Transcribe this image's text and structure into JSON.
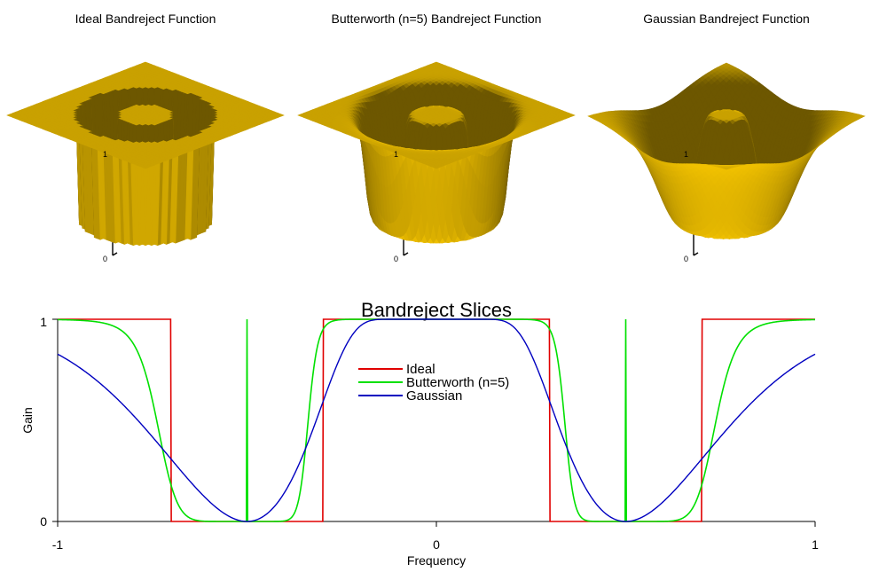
{
  "surfaces": [
    {
      "title": "Ideal Bandreject Function",
      "kind": "ideal",
      "tick_top": "1",
      "tick_bottom": "0"
    },
    {
      "title": "Butterworth (n=5) Bandreject Function",
      "kind": "butterworth",
      "tick_top": "1",
      "tick_bottom": "0"
    },
    {
      "title": "Gaussian Bandreject Function",
      "kind": "gaussian",
      "tick_top": "1",
      "tick_bottom": "0"
    }
  ],
  "colors": {
    "surface_light": "#f2c200",
    "surface_mid": "#d9ab00",
    "surface_dark": "#8a6e00",
    "ideal": "#e00000",
    "butterworth": "#00e000",
    "gaussian": "#0000c0"
  },
  "chart_data": {
    "type": "line",
    "title": "Bandreject Slices",
    "xlabel": "Frequency",
    "ylabel": "Gain",
    "xlim": [
      -1,
      1
    ],
    "ylim": [
      0,
      1
    ],
    "xticks": [
      "-1",
      "0",
      "1"
    ],
    "yticks": [
      "0",
      "1"
    ],
    "grid": false,
    "legend_position": "center",
    "band_center": 0.5,
    "band_width": 0.4,
    "butterworth_order": 5,
    "series": [
      {
        "name": "Ideal",
        "key": "ideal"
      },
      {
        "name": "Butterworth (n=5)",
        "key": "butterworth"
      },
      {
        "name": "Gaussian",
        "key": "gaussian"
      }
    ]
  }
}
